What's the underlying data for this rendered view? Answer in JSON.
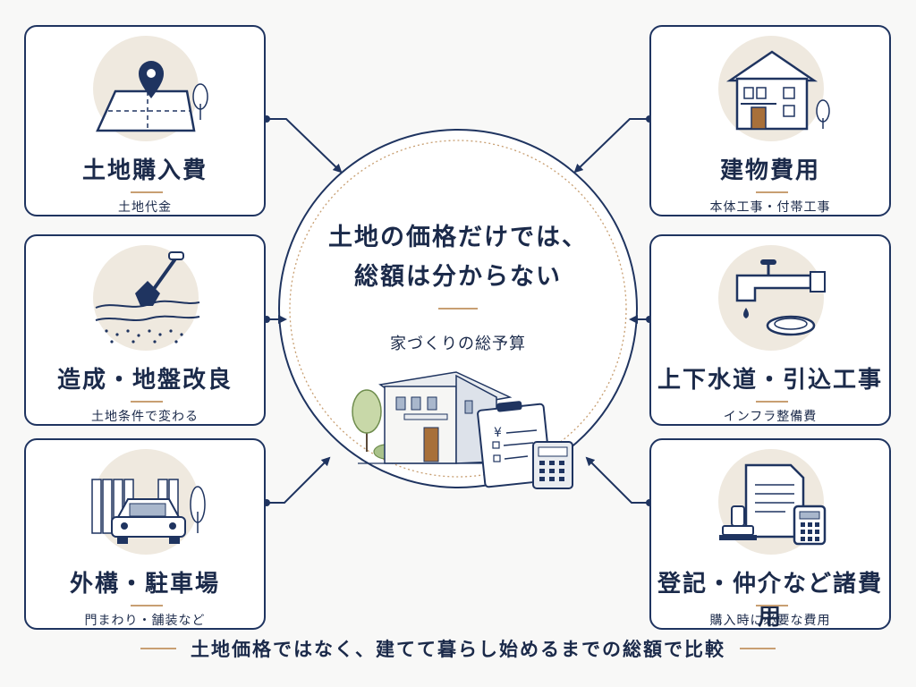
{
  "center": {
    "headline_line1": "土地の価格だけでは、",
    "headline_line2": "総額は分からない",
    "subtitle": "家づくりの総予算",
    "icon": "house-with-budget-clipboard-icon"
  },
  "cards": [
    {
      "title": "土地購入費",
      "subtitle": "土地代金",
      "icon": "land-plot-pin-icon"
    },
    {
      "title": "造成・地盤改良",
      "subtitle": "土地条件で変わる",
      "icon": "shovel-soil-icon"
    },
    {
      "title": "外構・駐車場",
      "subtitle": "門まわり・舗装など",
      "icon": "car-fence-icon"
    },
    {
      "title": "建物費用",
      "subtitle": "本体工事・付帯工事",
      "icon": "house-icon"
    },
    {
      "title": "上下水道・引込工事",
      "subtitle": "インフラ整備費",
      "icon": "water-faucet-icon"
    },
    {
      "title": "登記・仲介など諸費用",
      "subtitle": "購入時に必要な費用",
      "icon": "document-stamp-calculator-icon"
    }
  ],
  "footer": {
    "text": "土地価格ではなく、建てて暮らし始めるまでの総額で比較"
  },
  "colors": {
    "navy": "#1f3460",
    "accent": "#c89f72",
    "icon_bg": "#efe9df",
    "background": "#f8f8f7"
  }
}
